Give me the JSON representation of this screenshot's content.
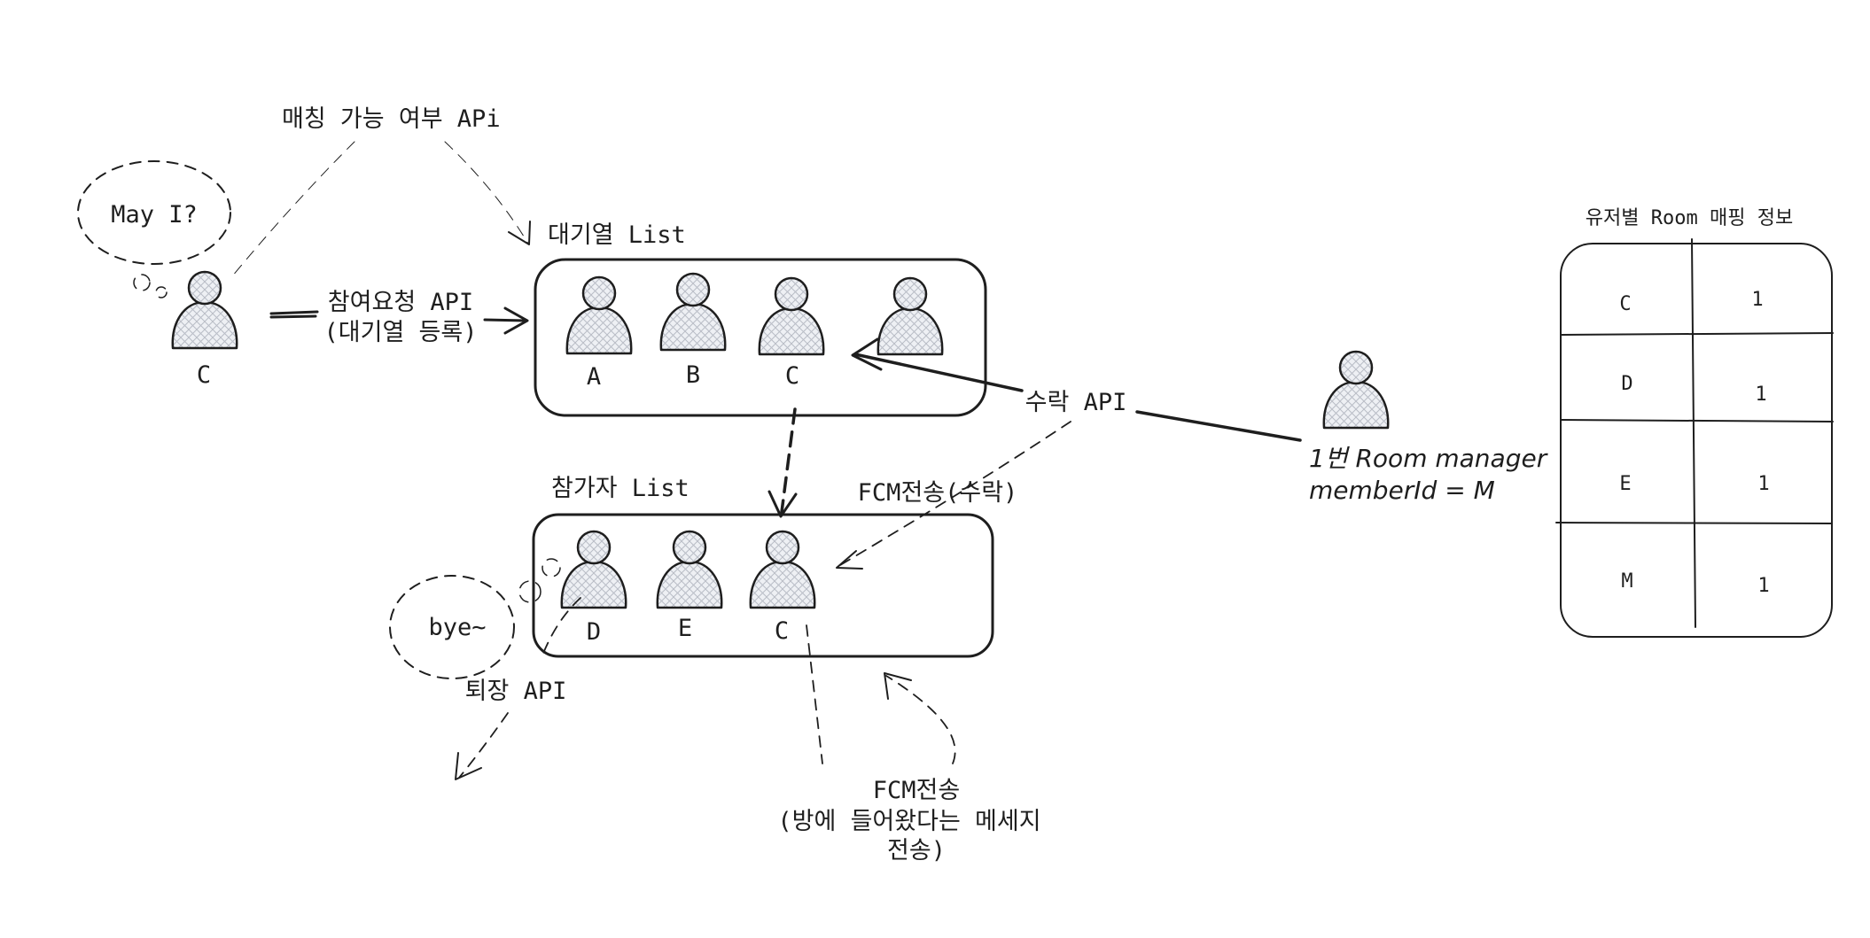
{
  "labels": {
    "matching_api": "매칭 가능 여부 APi",
    "may_i": "May I?",
    "requester_name": "C",
    "join_request_line1": "참여요청 API",
    "join_request_line2": "(대기열 등록)",
    "waiting_list_title": "대기열 List",
    "participant_list_title": "참가자 List",
    "accept_api": "수락 API",
    "fcm_accept": "FCM전송(수락)",
    "manager_line1": "1번 Room manager",
    "manager_line2": "memberId = M",
    "bye": "bye~",
    "leave_api": "퇴장 API",
    "fcm_enter_line1": "FCM전송",
    "fcm_enter_line2": "(방에 들어왔다는 메세지",
    "fcm_enter_line3": "전송)",
    "mapping_title": "유저별 Room 매핑 정보"
  },
  "waiting_list": [
    {
      "name": "A"
    },
    {
      "name": "B"
    },
    {
      "name": "C"
    },
    {
      "name": ""
    }
  ],
  "participant_list": [
    {
      "name": "D"
    },
    {
      "name": "E"
    },
    {
      "name": "C"
    }
  ],
  "mapping_table": [
    {
      "user": "C",
      "room": "1"
    },
    {
      "user": "D",
      "room": "1"
    },
    {
      "user": "E",
      "room": "1"
    },
    {
      "user": "M",
      "room": "1"
    }
  ]
}
